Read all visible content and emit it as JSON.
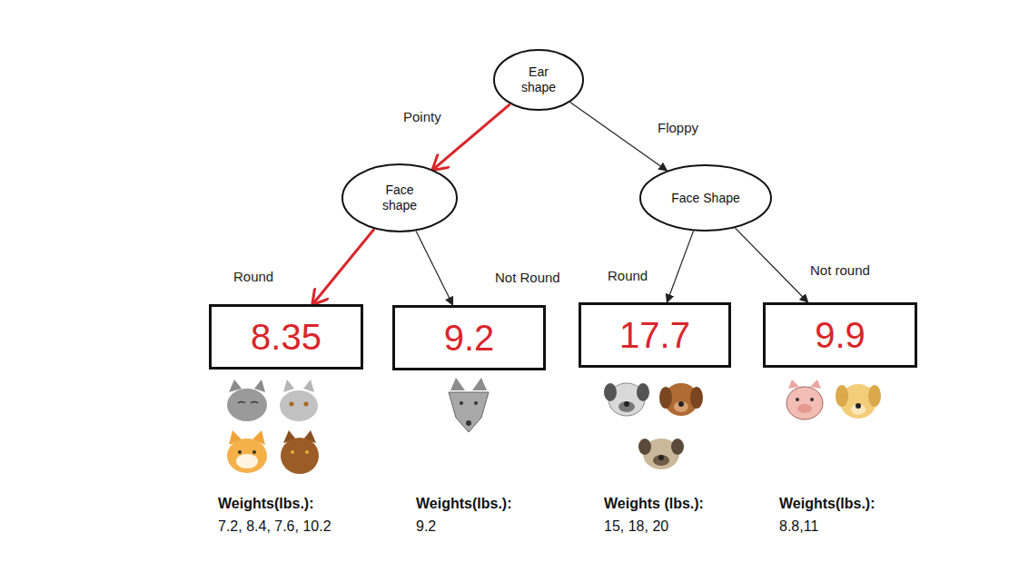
{
  "diagram": {
    "nodes": [
      {
        "text": [
          "Ear shape"
        ]
      },
      {
        "text": [
          "Face shape"
        ]
      },
      {
        "text": [
          "Face Shape"
        ]
      },
      {
        "text": [
          "8.35"
        ]
      },
      {
        "text": [
          "9.2"
        ]
      },
      {
        "text": [
          "17.7"
        ]
      },
      {
        "text": [
          "9.9"
        ]
      }
    ],
    "edges": [
      {
        "from": 0,
        "to": 1,
        "label": "Pointy",
        "arrow": "to"
      },
      {
        "from": 0,
        "to": 2,
        "label": "Floppy",
        "arrow": "to"
      },
      {
        "from": 1,
        "to": 3,
        "label": "Round",
        "arrow": "to"
      },
      {
        "from": 1,
        "to": 4,
        "label": "Not Round",
        "arrow": "to"
      },
      {
        "from": 2,
        "to": 5,
        "label": "Round",
        "arrow": "to"
      },
      {
        "from": 2,
        "to": 6,
        "label": "Not round",
        "arrow": "to"
      }
    ],
    "labels": [
      "Weights(lbs.):",
      "7.2, 8.4, 7.6, 10.2",
      "Weights(lbs.):",
      "9.2",
      "Weights (lbs.):",
      "15, 18, 20",
      "Weights(lbs.):",
      "8.8,11"
    ]
  }
}
